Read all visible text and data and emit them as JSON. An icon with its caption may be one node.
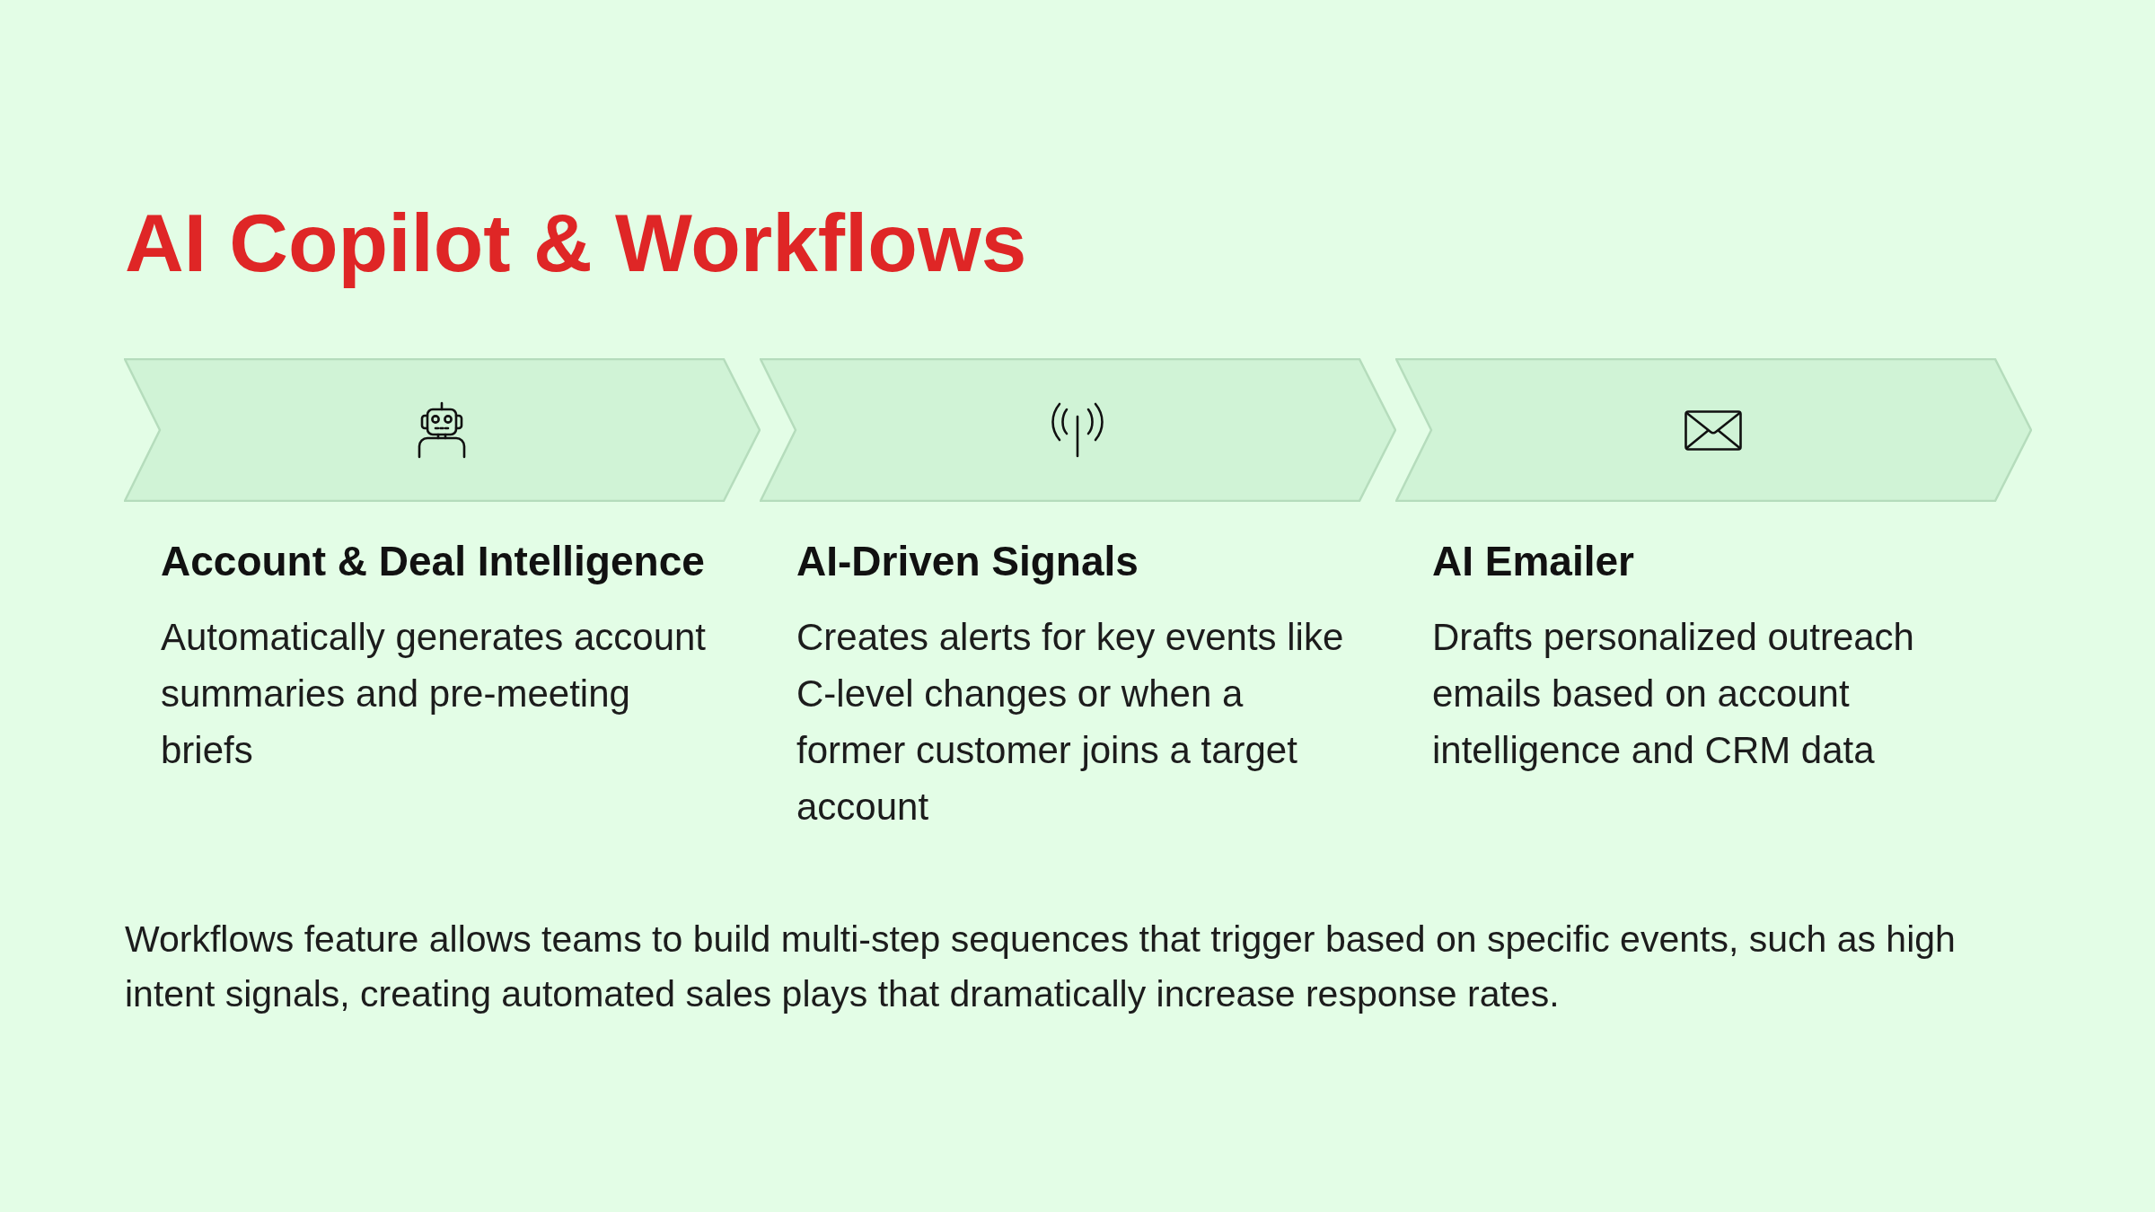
{
  "diagram": {
    "title": "AI Copilot & Workflows",
    "nodes": [
      {
        "text": [
          "Account & Deal Intelligence",
          "Automatically generates account summaries and pre-meeting briefs"
        ]
      },
      {
        "text": [
          "AI-Driven Signals",
          "Creates alerts for key events like C-level changes or when a former customer joins a target account"
        ]
      },
      {
        "text": [
          "AI Emailer",
          "Drafts personalized outreach emails based on account intelligence and CRM data"
        ]
      }
    ],
    "labels": [
      "Workflows feature allows teams to build multi-step sequences that trigger based on specific events, such as high intent signals, creating automated sales plays that dramatically increase response rates."
    ]
  }
}
